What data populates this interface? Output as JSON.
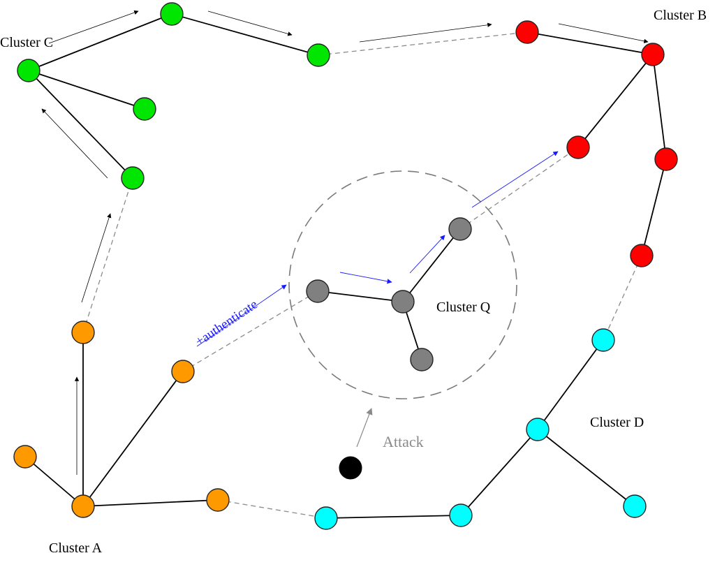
{
  "labels": {
    "cluster_a": "Cluster A",
    "cluster_b": "Cluster B",
    "cluster_c": "Cluster C",
    "cluster_d": "Cluster D",
    "cluster_q": "Cluster Q",
    "attack": "Attack",
    "authenticate": "+authenticate"
  },
  "colors": {
    "cluster_a": "#ff9900",
    "cluster_b": "#ff0000",
    "cluster_c": "#00e600",
    "cluster_d": "#00ffff",
    "cluster_q": "#808080",
    "attacker": "#000000",
    "auth_arrow": "#1a1aff",
    "flow_arrow": "#000000"
  }
}
